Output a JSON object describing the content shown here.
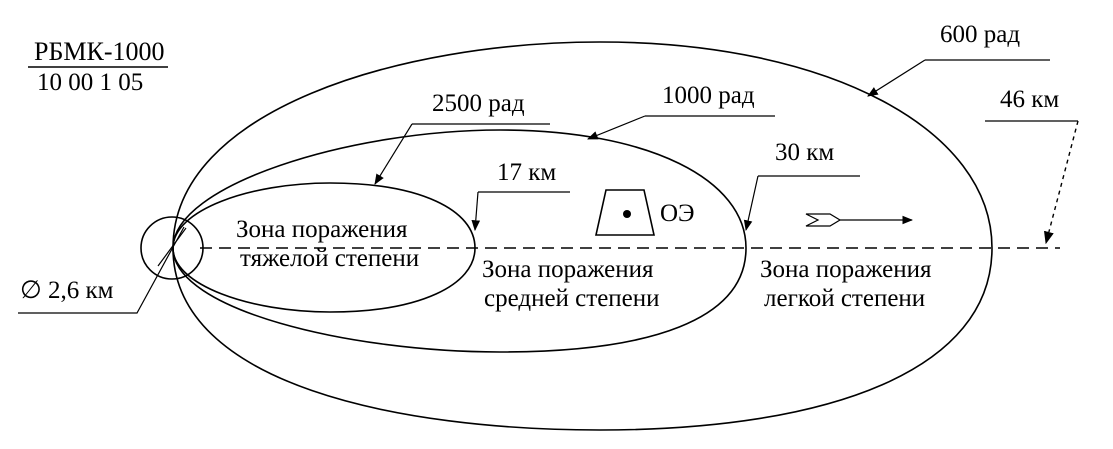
{
  "reactor": {
    "name": "РБМК-1000",
    "code": "10 00 1 05"
  },
  "dose_labels": {
    "d600": "600 рад",
    "d1000": "1000 рад",
    "d2500": "2500 рад"
  },
  "distance_labels": {
    "km46": "46 км",
    "km30": "30 км",
    "km17": "17 км",
    "diameter": "∅ 2,6 км"
  },
  "object_label": "ОЭ",
  "zones": {
    "severe": [
      "Зона поражения",
      "тяжелой степени"
    ],
    "medium": [
      "Зона поражения",
      "средней степени"
    ],
    "light": [
      "Зона поражения",
      "легкой степени"
    ]
  }
}
